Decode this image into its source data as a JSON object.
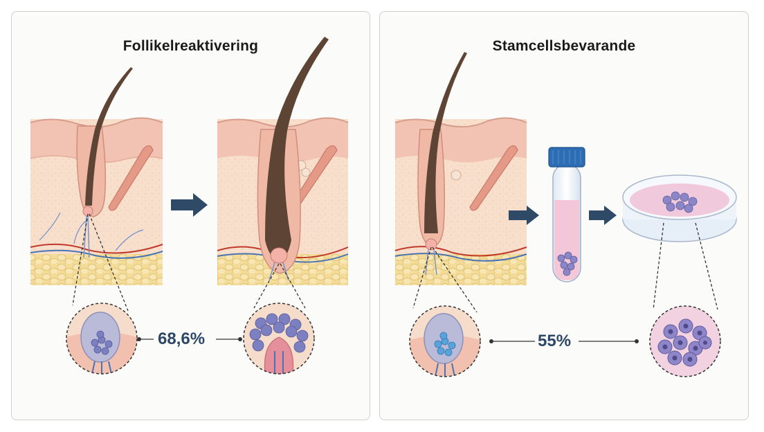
{
  "panels": [
    {
      "title": "Follikelreaktivering",
      "stat": "68,6%"
    },
    {
      "title": "Stamcellsbevarande",
      "stat": "55%"
    }
  ],
  "colors": {
    "arrow": "#2f4a66",
    "epidermis": "#f2c2b2",
    "dermis": "#f7dcc7",
    "fat": "#f3dc9a",
    "hair": "#5e4434",
    "stem_cell": "#7c7fc0",
    "stem_cell_blue": "#5aa3d8",
    "dish_medium": "#f1c9dc",
    "tube_cap": "#2d6db3"
  }
}
